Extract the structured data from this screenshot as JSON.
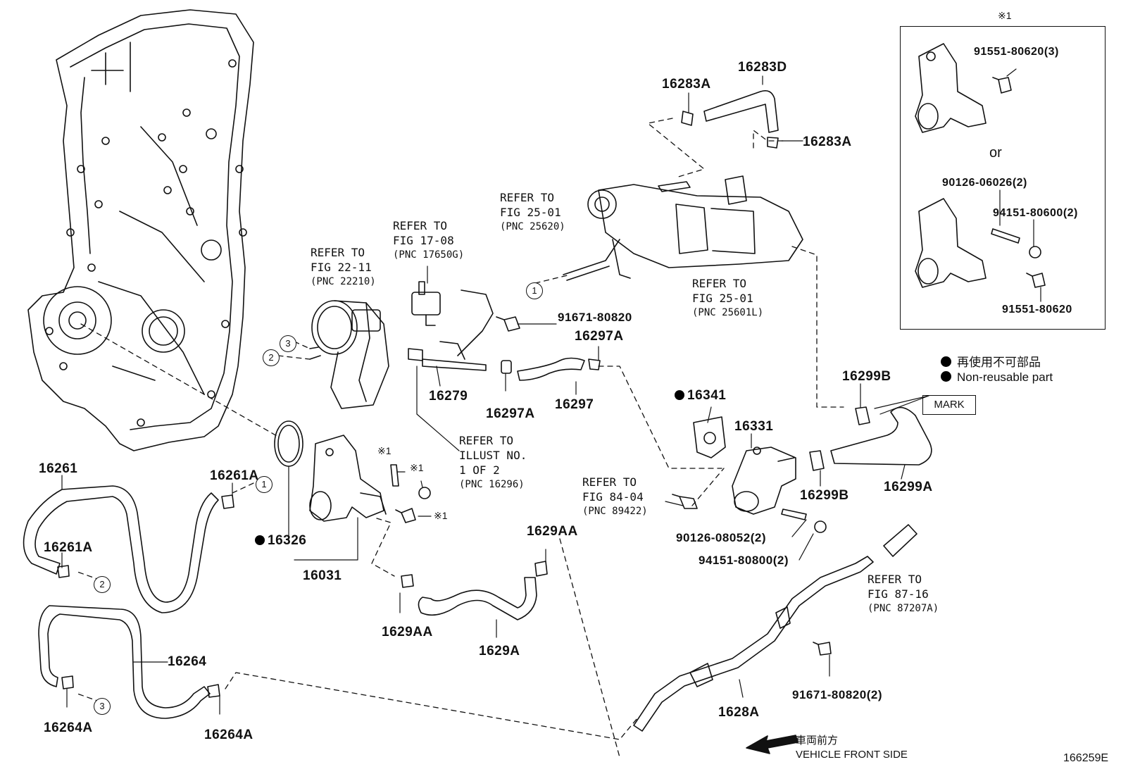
{
  "diagram": {
    "figure_id": "166259E",
    "legend": {
      "non_reusable_jp": "再使用不可部品",
      "non_reusable_en": "Non-reusable part"
    },
    "mark_label": "MARK",
    "front_side_jp": "車両前方",
    "front_side_en": "VEHICLE FRONT SIDE",
    "inset": {
      "marker": "※1",
      "or_label": "or",
      "parts": [
        "91551-80620(3)",
        "90126-06026(2)",
        "94151-80600(2)",
        "91551-80620"
      ]
    },
    "references": [
      {
        "line1": "REFER TO",
        "line2": "FIG 25-01",
        "pnc": "(PNC 25620)"
      },
      {
        "line1": "REFER TO",
        "line2": "FIG 25-01",
        "pnc": "(PNC 25601L)"
      },
      {
        "line1": "REFER TO",
        "line2": "FIG 17-08",
        "pnc": "(PNC 17650G)"
      },
      {
        "line1": "REFER TO",
        "line2": "FIG 22-11",
        "pnc": "(PNC 22210)"
      },
      {
        "line1": "REFER TO",
        "line2": "ILLUST NO.",
        "line3": "1 OF 2",
        "pnc": "(PNC 16296)"
      },
      {
        "line1": "REFER TO",
        "line2": "FIG 84-04",
        "pnc": "(PNC 89422)"
      },
      {
        "line1": "REFER TO",
        "line2": "FIG 87-16",
        "pnc": "(PNC 87207A)"
      }
    ],
    "part_numbers": {
      "p16283A_top": "16283A",
      "p16283D": "16283D",
      "p16283A_right": "16283A",
      "p91671_80820": "91671-80820",
      "p16297A_top": "16297A",
      "p16279": "16279",
      "p16297A_bottom": "16297A",
      "p16297": "16297",
      "p16341": "16341",
      "p16331": "16331",
      "p16299B_top": "16299B",
      "p16299B_bottom": "16299B",
      "p16299A": "16299A",
      "p16261": "16261",
      "p16261A_top": "16261A",
      "p16261A_left": "16261A",
      "p16326": "16326",
      "p16031": "16031",
      "p1629AA_top": "1629AA",
      "p1629AA_bottom": "1629AA",
      "p1629A": "1629A",
      "p16264": "16264",
      "p16264A_left": "16264A",
      "p16264A_right": "16264A",
      "p1628A": "1628A",
      "p90126_08052": "90126-08052(2)",
      "p94151_80800": "94151-80800(2)",
      "p91671_80820_2": "91671-80820(2)"
    },
    "callouts": {
      "c1": "1",
      "c2": "2",
      "c3": "3",
      "mark_note": "※1"
    }
  }
}
